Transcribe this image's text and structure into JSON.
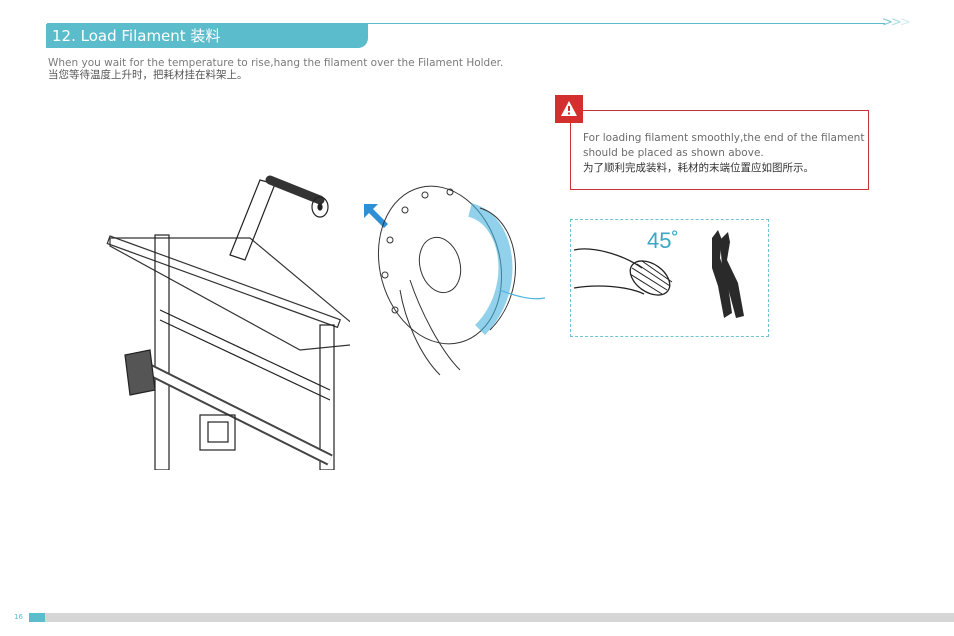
{
  "header": {
    "title": "12. Load Filament 装料",
    "chevrons": [
      ">",
      ">",
      ">"
    ]
  },
  "instruction": {
    "en": "When you wait for the temperature to rise,hang the filament over the Filament Holder.",
    "cn": "当您等待温度上升时，把耗材挂在料架上。"
  },
  "warning": {
    "icon": "warning-triangle-icon",
    "en": "For loading filament smoothly,the end of the filament should be placed as shown above.",
    "cn": "为了顺利完成装料，耗材的末端位置应如图所示。"
  },
  "detail": {
    "angle_label": "45˚"
  },
  "footer": {
    "page_number": "16"
  },
  "colors": {
    "accent": "#5bbccc",
    "warning": "#d32f2f",
    "arrow": "#2d8fd5"
  }
}
